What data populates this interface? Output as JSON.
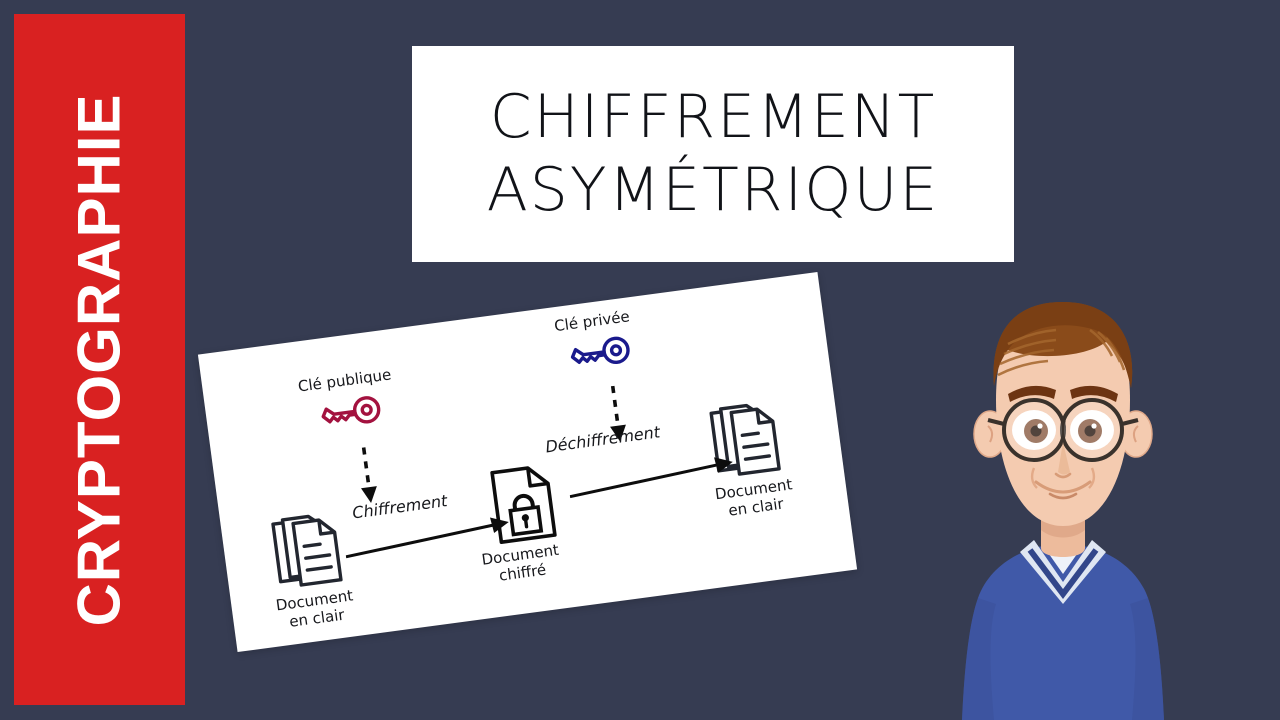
{
  "theme": {
    "background": "#363c52",
    "band_red": "#d92121",
    "card_white": "#ffffff",
    "ink": "#17181c",
    "public_key_color": "#a3123f",
    "private_key_color": "#1a1a8c",
    "sweater_blue": "#4059a8",
    "shirt_white": "#dfe6f2",
    "skin": "#f4cbb0",
    "hair_brown": "#8a4b1a"
  },
  "side_band": {
    "label": "CRYPTOGRAPHIE"
  },
  "title_card": {
    "line1": "CHIFFREMENT",
    "line2": "ASYMÉTRIQUE"
  },
  "diagram": {
    "public_key_label": "Clé publique",
    "private_key_label": "Clé privée",
    "encrypt_label": "Chiffrement",
    "decrypt_label": "Déchiffrement",
    "plain_doc_left": "Document\nen clair",
    "cipher_doc": "Document\nchiffré",
    "plain_doc_right": "Document\nen clair",
    "icons": {
      "public_key": "key-icon",
      "private_key": "key-icon",
      "plain_documents": "document-stack-icon",
      "encrypted_document": "document-lock-icon",
      "flow_arrow": "arrow-right-icon",
      "key_arrow": "dashed-arrow-down-icon"
    }
  },
  "avatar": {
    "name": "presenter-avatar",
    "description": "man-with-glasses-blue-sweater"
  }
}
